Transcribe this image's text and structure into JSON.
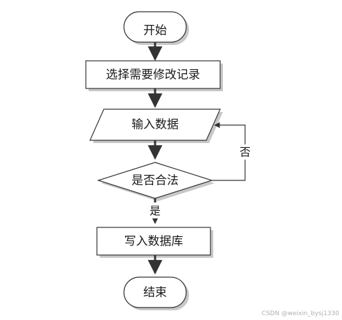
{
  "nodes": {
    "start": "开始",
    "select": "选择需要修改记录",
    "input": "输入数据",
    "decision": "是否合法",
    "write": "写入数据库",
    "end": "结束"
  },
  "edges": {
    "no": "否",
    "yes": "是"
  },
  "watermark": "CSDN @weixin_bysj1330",
  "colors": {
    "stroke": "#333333",
    "shadow": "#c8c8c8",
    "fill": "#ffffff"
  }
}
